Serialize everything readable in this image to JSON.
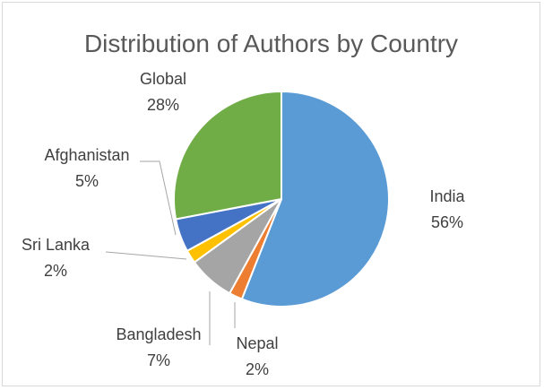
{
  "chart_data": {
    "type": "pie",
    "title": "Distribution of Authors by Country",
    "slices": [
      {
        "label": "India",
        "value": 56,
        "display": "56%",
        "color": "#5b9bd5"
      },
      {
        "label": "Nepal",
        "value": 2,
        "display": "2%",
        "color": "#ed7d31"
      },
      {
        "label": "Bangladesh",
        "value": 7,
        "display": "7%",
        "color": "#a5a5a5"
      },
      {
        "label": "Sri Lanka",
        "value": 2,
        "display": "2%",
        "color": "#ffc000"
      },
      {
        "label": "Afghanistan",
        "value": 5,
        "display": "5%",
        "color": "#4472c4"
      },
      {
        "label": "Global",
        "value": 28,
        "display": "28%",
        "color": "#70ad47"
      }
    ]
  }
}
